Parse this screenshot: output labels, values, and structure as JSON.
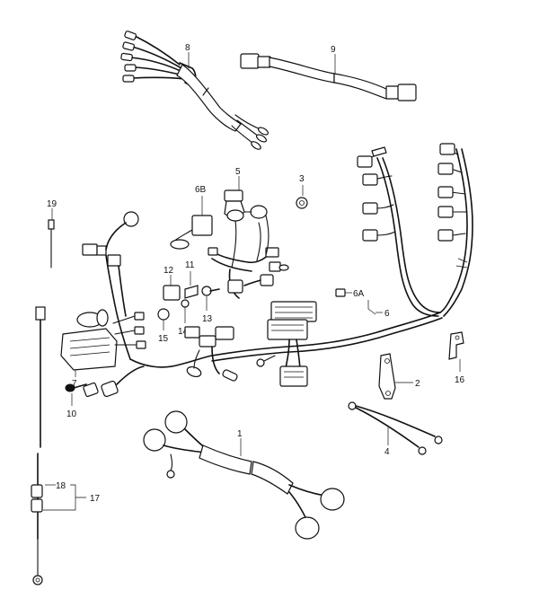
{
  "labels": {
    "l1": "1",
    "l2": "2",
    "l3": "3",
    "l4": "4",
    "l5": "5",
    "l6": "6",
    "l6a": "6A",
    "l6b": "6B",
    "l7": "7",
    "l8": "8",
    "l9": "9",
    "l10": "10",
    "l11": "11",
    "l12": "12",
    "l13": "13",
    "l14": "14",
    "l15": "15",
    "l16": "16",
    "l17": "17",
    "l18": "18",
    "l19": "19"
  }
}
